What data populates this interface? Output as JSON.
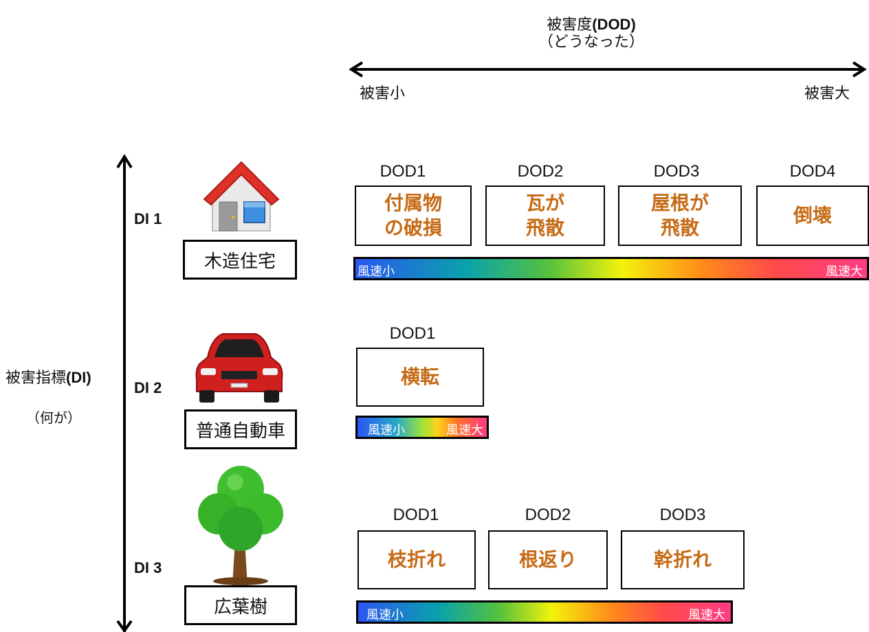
{
  "header": {
    "title_prefix": "被害度",
    "title_code": "(DOD)",
    "subtitle": "（どうなった）",
    "left_label": "被害小",
    "right_label": "被害大"
  },
  "side": {
    "title_prefix": "被害指標",
    "title_code": "(DI)",
    "subtitle": "（何が）"
  },
  "rows": [
    {
      "id": "DI 1",
      "name": "木造住宅",
      "icon": "house-icon",
      "dods": [
        {
          "label": "DOD1",
          "text": "付属物\nの破損"
        },
        {
          "label": "DOD2",
          "text": "瓦が\n飛散"
        },
        {
          "label": "DOD3",
          "text": "屋根が\n飛散"
        },
        {
          "label": "DOD4",
          "text": "倒壊"
        }
      ],
      "wind_low": "風速小",
      "wind_high": "風速大"
    },
    {
      "id": "DI 2",
      "name": "普通自動車",
      "icon": "car-icon",
      "dods": [
        {
          "label": "DOD1",
          "text": "横転"
        }
      ],
      "wind_low": "風速小",
      "wind_high": "風速大"
    },
    {
      "id": "DI 3",
      "name": "広葉樹",
      "icon": "tree-icon",
      "dods": [
        {
          "label": "DOD1",
          "text": "枝折れ"
        },
        {
          "label": "DOD2",
          "text": "根返り"
        },
        {
          "label": "DOD3",
          "text": "幹折れ"
        }
      ],
      "wind_low": "風速小",
      "wind_high": "風速大"
    }
  ],
  "colors": {
    "dod_text": "#c66a14",
    "gradient_start": "#2a57f2",
    "gradient_end": "#ff3c86",
    "house_roof": "#e0302a",
    "car_body": "#d01f1f",
    "tree_leaves": "#3fbf2f",
    "tree_trunk": "#7a4a1e"
  }
}
